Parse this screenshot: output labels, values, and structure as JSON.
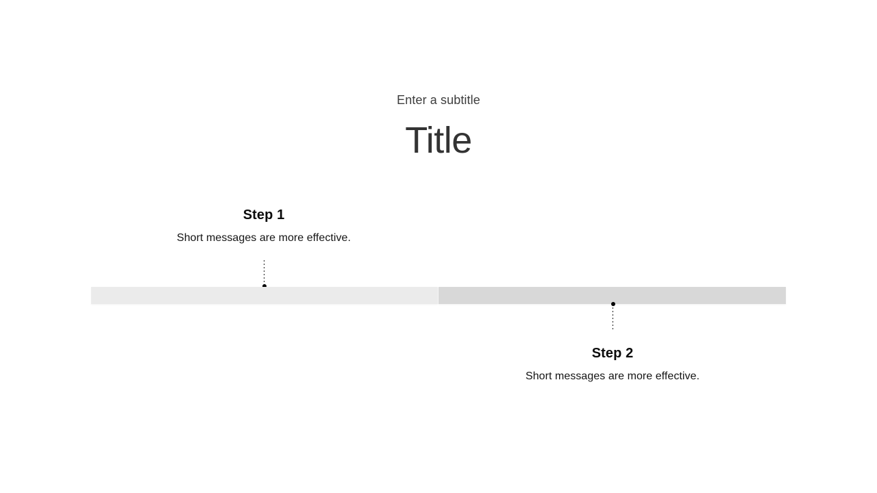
{
  "header": {
    "subtitle": "Enter a subtitle",
    "title": "Title"
  },
  "timeline": {
    "segments": [
      {
        "id": "segment-1",
        "color": "#ebebeb"
      },
      {
        "id": "segment-2",
        "color": "#d8d8d8"
      }
    ],
    "node_color": "#000000",
    "connector_color": "#1a1a1a"
  },
  "steps": [
    {
      "heading": "Step 1",
      "body": "Short messages are more effective.",
      "position": "above"
    },
    {
      "heading": "Step 2",
      "body": "Short messages are more effective.",
      "position": "below"
    }
  ],
  "colors": {
    "background": "#ffffff",
    "title": "#333333",
    "subtitle": "#3d3d3d",
    "step_heading": "#0b0b0b",
    "step_body": "#141414"
  }
}
